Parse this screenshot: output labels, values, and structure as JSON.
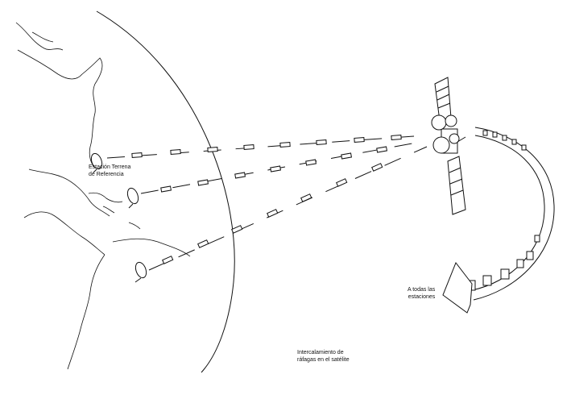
{
  "labels": {
    "reference_station": [
      "Estación Terrena",
      "de Referencia"
    ],
    "to_all_stations": [
      "A todas las",
      "estaciones"
    ],
    "interleaving": [
      "Intercalamiento de",
      "ráfagas en el satélite"
    ]
  },
  "colors": {
    "line": "#111111",
    "background": "#ffffff"
  },
  "icons": [
    "satellite-icon",
    "dish-antenna-icon",
    "return-arrow-icon"
  ]
}
